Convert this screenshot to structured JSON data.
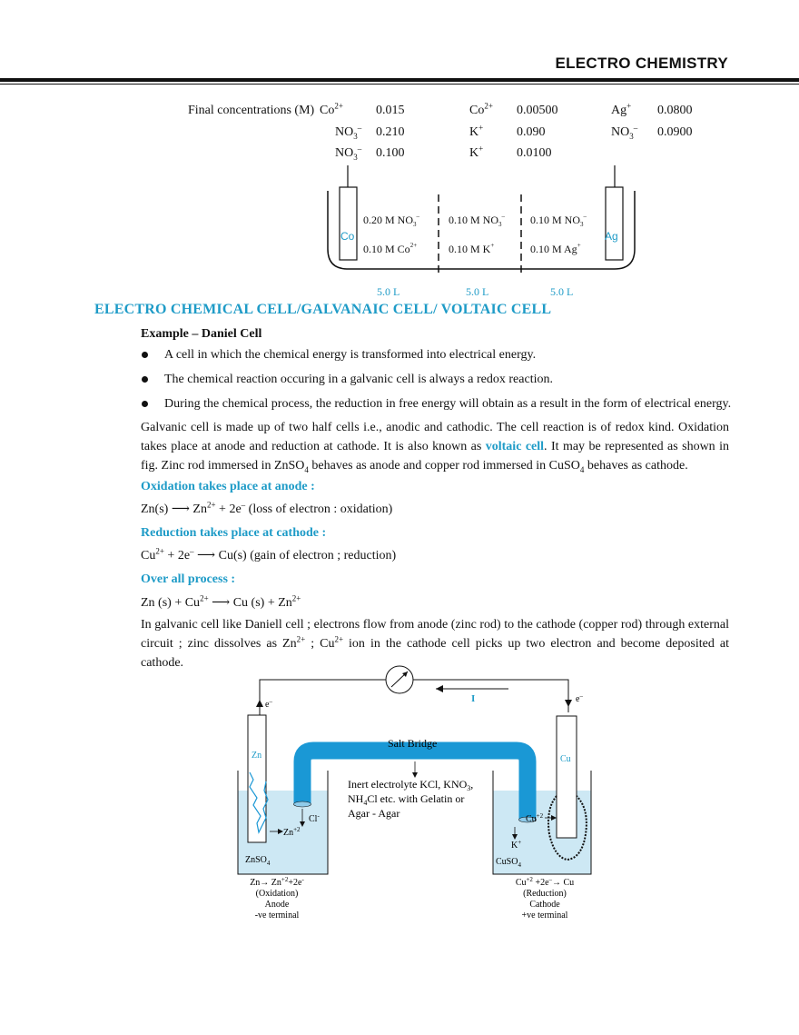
{
  "header": {
    "title": "ELECTRO CHEMISTRY"
  },
  "final_concentrations": {
    "label": "Final concentrations (M)",
    "rows": [
      [
        {
          "ion": "Co",
          "sup": "2+",
          "sub": "",
          "val": "0.015"
        },
        {
          "ion": "Co",
          "sup": "2+",
          "sub": "",
          "val": "0.00500"
        },
        {
          "ion": "Ag",
          "sup": "+",
          "sub": "",
          "val": "0.0800"
        }
      ],
      [
        {
          "ion": "NO",
          "sup": "–",
          "sub": "3",
          "val": "0.210"
        },
        {
          "ion": "K",
          "sup": "+",
          "sub": "",
          "val": "0.090"
        },
        {
          "ion": "NO",
          "sup": "–",
          "sub": "3",
          "val": "0.0900"
        }
      ],
      [
        {
          "ion": "NO",
          "sup": "–",
          "sub": "3",
          "val": "0.100"
        },
        {
          "ion": "K",
          "sup": "+",
          "sub": "",
          "val": "0.0100"
        }
      ]
    ]
  },
  "cell_diagram": {
    "left_electrode": "Co",
    "right_electrode": "Ag",
    "compartments": [
      {
        "top": "0.20 M NO",
        "top_sub": "3",
        "top_sup": "–",
        "bottom": "0.10 M Co",
        "bottom_sup": "2+",
        "volume": "5.0 L"
      },
      {
        "top": "0.10 M NO",
        "top_sub": "3",
        "top_sup": "–",
        "bottom": "0.10 M K",
        "bottom_sup": "+",
        "volume": "5.0 L"
      },
      {
        "top": "0.10 M NO",
        "top_sub": "3",
        "top_sup": "–",
        "bottom": "0.10 M Ag",
        "bottom_sup": "+",
        "volume": "5.0 L"
      }
    ]
  },
  "section": {
    "title": "ELECTRO CHEMICAL CELL/GALVANAIC CELL/ VOLTAIC CELL",
    "example": "Example – Daniel Cell",
    "bullets": [
      "A cell in which the chemical energy is transformed into electrical energy.",
      "The chemical reaction occuring in a galvanic cell is always a redox reaction.",
      "During the chemical process, the reduction in free energy will obtain as a result in the form of electrical energy."
    ],
    "para1": {
      "a": "Galvanic cell is made up of two half cells i.e., anodic and cathodic. The cell reaction is of redox kind. Oxidation takes place at anode and reduction at cathode. It is also known as ",
      "highlight": "voltaic cell",
      "b": ". It may be represented as shown in fig. Zinc rod immersed in ZnSO",
      "sub1": "4",
      "c": " behaves as anode and copper rod immersed in CuSO",
      "sub2": "4",
      "d": " behaves as cathode."
    },
    "oxidation": {
      "head": "Oxidation takes place at anode :",
      "lhs": "Zn(s)",
      "arrow": "⟶",
      "rhs1": "Zn",
      "rhs1_sup": "2+",
      "rhs2": " + 2e",
      "rhs2_sup": "–",
      "note": " (loss of electron : oxidation)"
    },
    "reduction": {
      "head": "Reduction takes place at cathode :",
      "lhs": "Cu",
      "lhs_sup": "2+",
      "lhs2": " + 2e",
      "lhs2_sup": "–",
      "arrow": "⟶",
      "rhs": " Cu(s) (gain of electron ; reduction)"
    },
    "overall": {
      "head": "Over all process :",
      "a": "Zn (s) + Cu",
      "a_sup": "2+",
      "arrow": "⟶",
      "b": " Cu (s) + Zn",
      "b_sup": "2+"
    },
    "para2": {
      "a": "In galvanic cell like Daniell cell ; electrons flow from anode (zinc rod) to the cathode (copper rod) through external circuit ; zinc dissolves as Zn",
      "sup1": "2+",
      "b": " ; Cu",
      "sup2": "2+",
      "c": " ion in the cathode cell picks up two electron and become deposited at cathode."
    }
  },
  "daniel_diagram": {
    "current_label": "I",
    "electron_left": "e",
    "electron_right": "e",
    "electron_sup": "–",
    "salt_bridge": "Salt Bridge",
    "inert_lines": [
      "Inert electrolyte KCl, KNO",
      "Cl etc. with Gelatin or",
      "Agar - Agar"
    ],
    "inert_sub1": "3",
    "inert_prefix": "NH",
    "inert_sub2": "4",
    "zn": "Zn",
    "cu": "Cu",
    "cl_ion": "Cl",
    "cl_sup": "-",
    "zn_ion": "Zn",
    "zn_sup": "+2",
    "k_ion": "K",
    "k_sup": "+",
    "cu_ion": "Cu",
    "cu_sup": "+2",
    "znso4": "ZnSO",
    "cuso4": "CuSO",
    "so4_sub": "4",
    "anode_caption": [
      "Zn→ Zn",
      "(Oxidation)",
      "Anode",
      "-ve terminal"
    ],
    "anode_eq_sup": "+2",
    "anode_eq_tail": "+2e",
    "anode_eq_tail_sup": "-",
    "cathode_caption": [
      "Cu",
      "(Reduction)",
      "Cathode",
      "+ve terminal"
    ],
    "cathode_eq_sup": "+2",
    "cathode_eq_tail": " +2e",
    "cathode_eq_tail_sup": "–",
    "cathode_eq_end": "→ Cu"
  },
  "colors": {
    "accent": "#1e9bc7",
    "bridge": "#1a98d5",
    "solution": "#cde8f4"
  }
}
